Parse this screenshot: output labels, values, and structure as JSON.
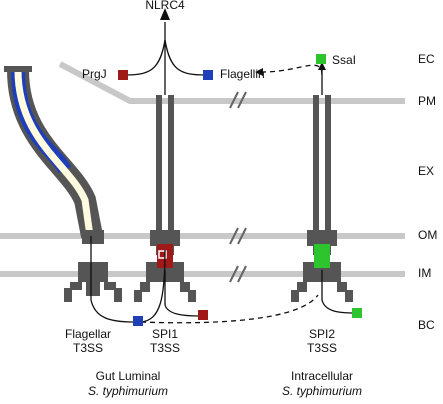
{
  "top_label": "NLRC4",
  "proteins": {
    "prgj": "PrgJ",
    "flagellin": "Flagellin",
    "ssai": "SsaI"
  },
  "compartments": {
    "ec": "EC",
    "pm": "PM",
    "ex": "EX",
    "om": "OM",
    "im": "IM",
    "bc": "BC"
  },
  "systems": {
    "flagellar_line1": "Flagellar",
    "flagellar_line2": "T3SS",
    "spi1_line1": "SPI1",
    "spi1_line2": "T3SS",
    "spi2_line1": "SPI2",
    "spi2_line2": "T3SS"
  },
  "contexts": {
    "gut_line1": "Gut Luminal",
    "gut_line2": "S. typhimurium",
    "intra_line1": "Intracellular",
    "intra_line2": "S. typhimurium"
  },
  "colors": {
    "membrane": "#c8c8c8",
    "apparatus": "#555555",
    "flagellin_blue": "#1f3fb8",
    "flagellin_light": "#fffbe0",
    "prgj_red": "#a01818",
    "ssai_green": "#2ec42e"
  }
}
